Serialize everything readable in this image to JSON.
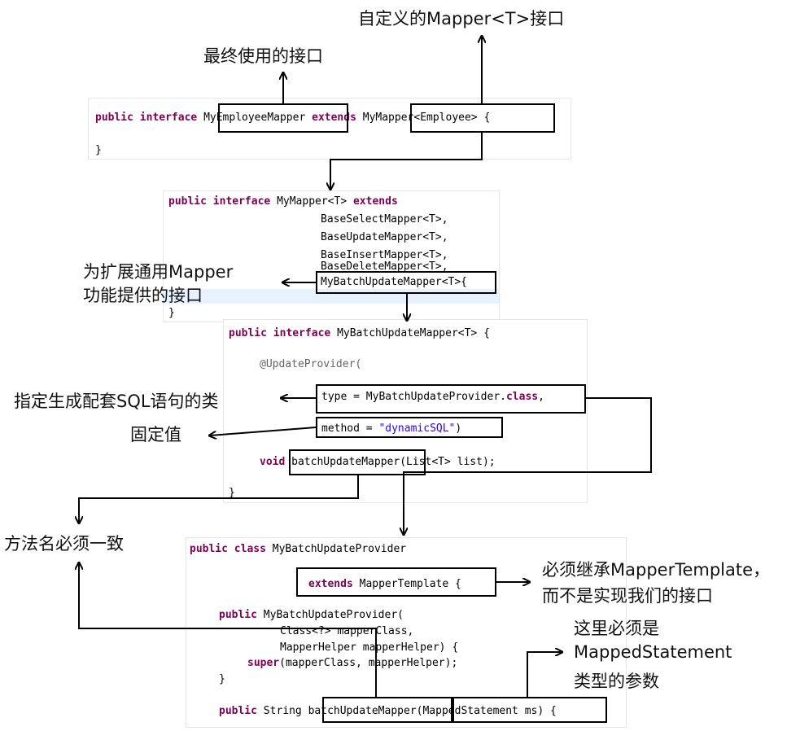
{
  "labels": {
    "custom_mapper": "自定义的Mapper<T>接口",
    "final_interface": "最终使用的接口",
    "extend_mapper": "为扩展通用Mapper",
    "extend_mapper_2": "功能提供的接口",
    "specify_class": "指定生成配套SQL语句的类",
    "fixed_value": "固定值",
    "method_name_match": "方法名必须一致",
    "must_extend": "必须继承MapperTemplate，",
    "must_extend_2": "而不是实现我们的接口",
    "must_be": "这里必须是",
    "must_be_2": "MappedStatement",
    "must_be_3": "类型的参数"
  },
  "code1": {
    "kw": "public interface",
    "name": "MyEmployeeMapper",
    "extends_kw": "extends",
    "parent": "MyMapper<Employee>",
    "brace_open": "{",
    "brace_close": "}"
  },
  "code2": {
    "line1_kw": "public interface",
    "line1_name": "MyMapper<T>",
    "line1_ext": "extends",
    "l2": "BaseSelectMapper<T>,",
    "l3": "BaseUpdateMapper<T>,",
    "l4": "BaseInsertMapper<T>,",
    "l5": "BaseDeleteMapper<T>,",
    "l6": "MyBatchUpdateMapper<T>{",
    "l7": "}"
  },
  "code3": {
    "line1_kw": "public interface",
    "line1_name": "MyBatchUpdateMapper<T> {",
    "annotation": "@UpdateProvider(",
    "type_line": "type = MyBatchUpdateProvider.",
    "class_kw": "class",
    "type_end": ",",
    "method_eq": "method = ",
    "method_val": "\"dynamicSQL\"",
    "method_end": ")",
    "void_kw": "void",
    "method_name": "batchUpdateMapper",
    "method_args": "(List<T> list);",
    "close": "}"
  },
  "code4": {
    "line1_kw": "public class",
    "line1_name": "MyBatchUpdateProvider",
    "extends_kw": "extends",
    "extends_name": "MapperTemplate {",
    "ctor_kw": "public",
    "ctor_name": "MyBatchUpdateProvider(",
    "ctor_a1": "Class<?> mapperClass,",
    "ctor_a2": "MapperHelper mapperHelper) {",
    "super_kw": "super",
    "super_args": "(mapperClass, mapperHelper);",
    "ctor_close": "}",
    "m_kw": "public",
    "m_type": "String",
    "m_name": "batchUpdateMapper",
    "m_args": "(MappedStatement ms)",
    "m_brace": "{"
  }
}
